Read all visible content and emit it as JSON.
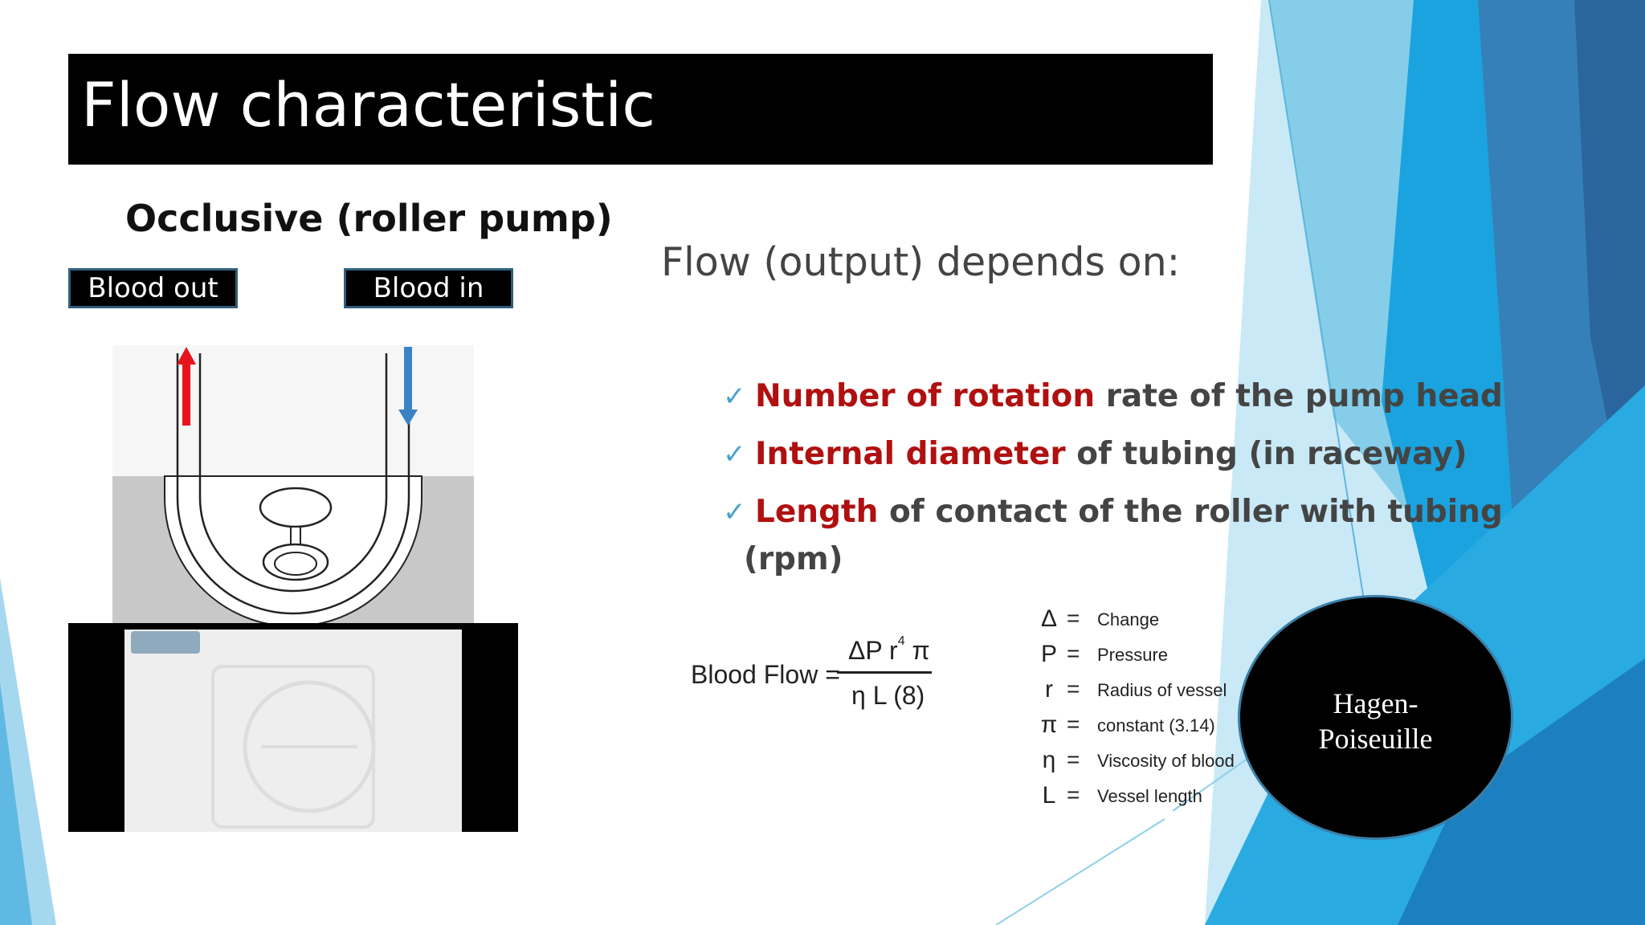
{
  "slide": {
    "title": "Flow characteristic",
    "subtitle": "Occlusive (roller pump)",
    "labels": {
      "blood_out": "Blood out",
      "blood_in": "Blood in"
    },
    "flow_heading": "Flow (output) depends on:",
    "bullets": [
      {
        "highlight": "Number of rotation",
        "rest": " rate of the pump head"
      },
      {
        "highlight": "Internal diameter",
        "rest": " of tubing (in raceway)"
      },
      {
        "highlight": "Length",
        "rest": " of contact of the roller with tubing"
      }
    ],
    "bullet_continuation": "(rpm)",
    "formula": {
      "lhs": "Blood Flow  =",
      "numerator_main": "ΔP  r",
      "numerator_exp": "4",
      "numerator_tail": " π",
      "denominator": "η L (8)"
    },
    "legend": [
      {
        "sym": "Δ",
        "eq": "=",
        "desc": "Change"
      },
      {
        "sym": "P",
        "eq": "=",
        "desc": "Pressure"
      },
      {
        "sym": "r",
        "eq": "=",
        "desc": "Radius of vessel"
      },
      {
        "sym": "π",
        "eq": "=",
        "desc": "constant (3.14)"
      },
      {
        "sym": "η",
        "eq": "=",
        "desc": "Viscosity of blood"
      },
      {
        "sym": "L",
        "eq": "=",
        "desc": "Vessel length"
      }
    ],
    "circle_label": "Hagen-\nPoiseuille"
  },
  "colors": {
    "title_bg": "#000000",
    "highlight": "#b01010",
    "body_text": "#444444",
    "check": "#4aa3c8",
    "arrow_out": "#e8141c",
    "arrow_in": "#3a82c4",
    "circle_border": "#3a7ea6"
  },
  "icons": {
    "bullet": "check-icon",
    "arrow_out": "arrow-up-icon",
    "arrow_in": "arrow-down-icon"
  }
}
